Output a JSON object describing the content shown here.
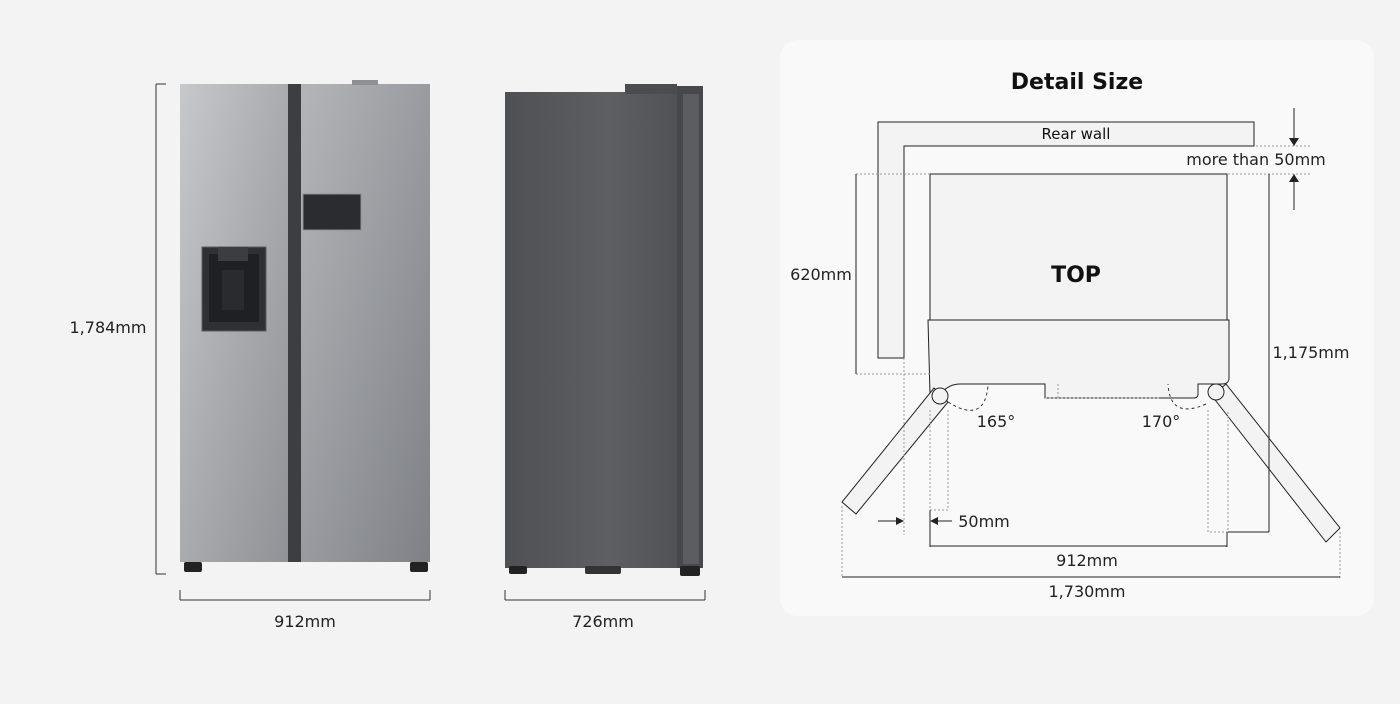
{
  "front_view": {
    "height_label": "1,784mm",
    "width_label": "912mm"
  },
  "side_view": {
    "depth_label": "726mm"
  },
  "detail": {
    "title": "Detail Size",
    "rear_wall_label": "Rear wall",
    "clearance_label": "more than 50mm",
    "top_label": "TOP",
    "depth_label": "620mm",
    "open_depth_label": "1,175mm",
    "left_angle_label": "165°",
    "right_angle_label": "170°",
    "side_gap_label": "50mm",
    "body_width_label": "912mm",
    "open_width_label": "1,730mm"
  },
  "colors": {
    "background": "#f3f3f3",
    "panel": "#f8f8f8",
    "stainless_light": "#b9bcbf",
    "stainless_dark": "#6f7276",
    "side_body": "#5a5c60"
  }
}
